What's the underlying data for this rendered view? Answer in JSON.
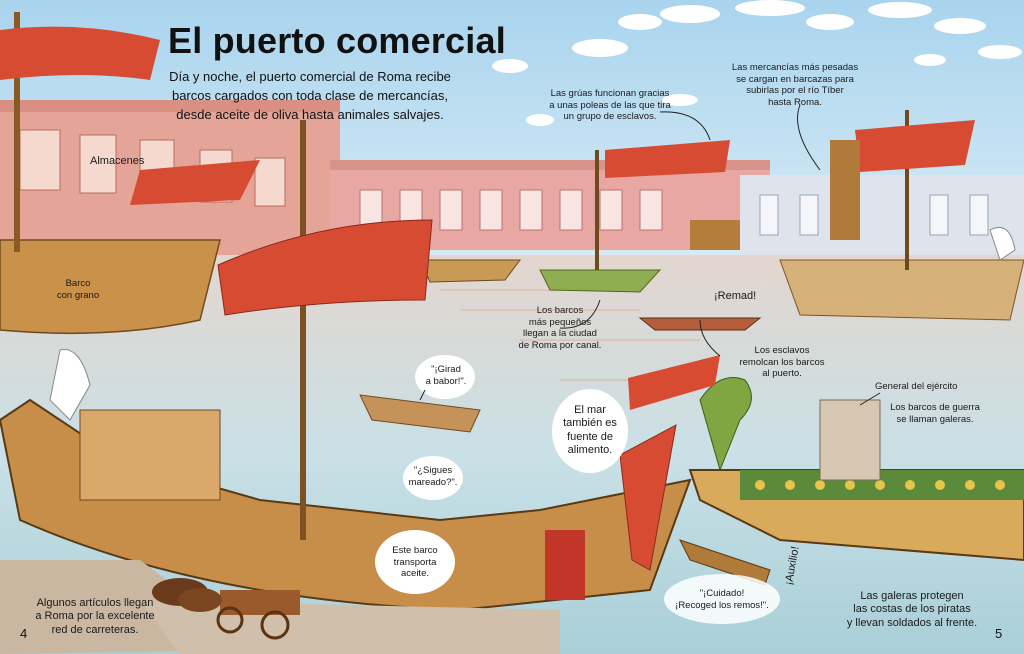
{
  "title": "El puerto comercial",
  "intro": {
    "line1": "Día y noche, el puerto comercial de Roma recibe",
    "line2": "barcos cargados con toda clase de mercancías,",
    "line3": "desde aceite de oliva hasta animales salvajes."
  },
  "labels": {
    "almacenes": "Almacenes",
    "grain_ship": [
      "Barco",
      "con grano"
    ],
    "cranes": [
      "Las grúas funcionan gracias",
      "a unas poleas de las que tira",
      "un grupo de esclavos."
    ],
    "heavy_goods": [
      "Las mercancías más pesadas",
      "se cargan en barcazas para",
      "subirlas por el río Tíber",
      "hasta Roma."
    ],
    "remad": "¡Remad!",
    "small_boats": [
      "Los barcos",
      "más pequeños",
      "llegan a la ciudad",
      "de Roma por canal."
    ],
    "slaves_tow": [
      "Los esclavos",
      "remolcan los barcos",
      "al puerto."
    ],
    "girad": [
      "\"¡Girad",
      "a babor!\"."
    ],
    "sea_food": [
      "El mar",
      "también es",
      "fuente de",
      "alimento."
    ],
    "general": "General del ejército",
    "war_ships": [
      "Los barcos de guerra",
      "se llaman galeras."
    ],
    "seasick": [
      "\"¿Sigues",
      "mareado?\"."
    ],
    "oil_ship": [
      "Este barco",
      "transporta",
      "aceite."
    ],
    "auxilio": "¡Auxilio!",
    "cuidado": [
      "\"¡Cuidado!",
      "¡Recoged los remos!\"."
    ],
    "roads": [
      "Algunos artículos llegan",
      "a Roma por la excelente",
      "red de carreteras."
    ],
    "galleys_protect": [
      "Las galeras protegen",
      "las costas de los piratas",
      "y llevan soldados al frente."
    ]
  },
  "page_numbers": {
    "left": "4",
    "right": "5"
  },
  "colors": {
    "sky": "#bfe0f2",
    "water": "#cfe3e8",
    "warehouse": "#e8a59a",
    "sail": "#d8432f",
    "wood": "#c8954f",
    "galley_green": "#7fa640",
    "dock": "#c9b7a2"
  }
}
